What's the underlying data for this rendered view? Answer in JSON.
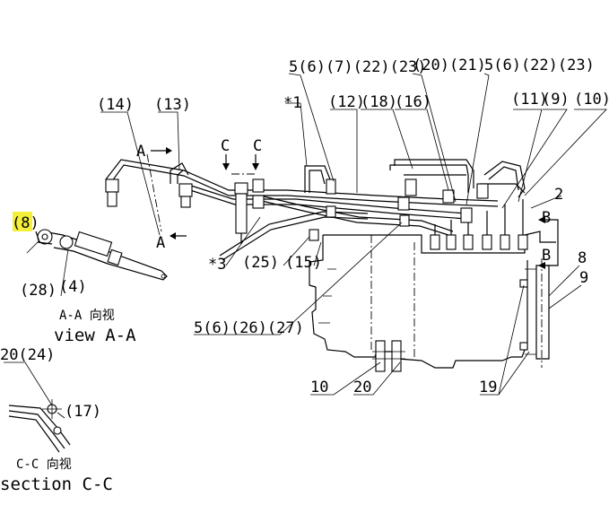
{
  "callouts": {
    "c1": "5(6)(7)(22)(23)",
    "c2": "(20)(21)",
    "c3": "5(6)(22)(23)",
    "c4": "(14)",
    "c5": "(13)",
    "c6": "*1",
    "c7": "(12)",
    "c8": "(18)",
    "c9": "(16)",
    "c10": "(11)",
    "c11": "(9)",
    "c12": "(10)",
    "c13": "2",
    "c14": "(8)",
    "c15": "(28)",
    "c16": "(4)",
    "c17": "*3",
    "c18": "(25)",
    "c19": "(15)",
    "c20": "5(6)(26)(27)",
    "c21": "8",
    "c22": "9",
    "c23": "10",
    "c24": "20",
    "c25": "19",
    "c26": "20(24)",
    "c27": "(17)"
  },
  "view_marks": {
    "a_upper": "A",
    "a_lower": "A",
    "c_left": "C",
    "c_right": "C",
    "b_upper": "B",
    "b_lower": "B"
  },
  "captions": {
    "view_aa_cn": "A-A 向视",
    "view_aa_en": "view  A-A",
    "section_cc_cn": "C-C 向视",
    "section_cc_en": "section  C-C"
  },
  "highlight_color": "#f3ef3a"
}
